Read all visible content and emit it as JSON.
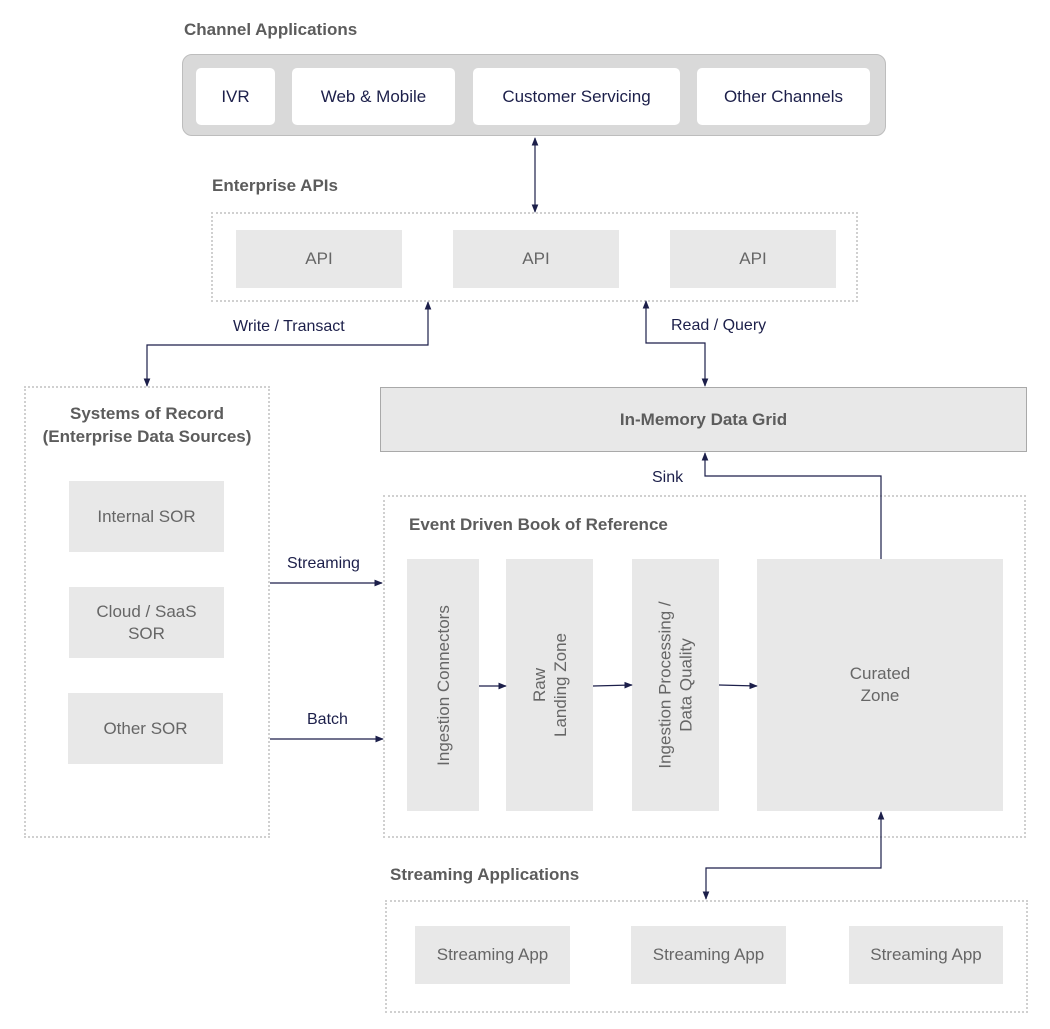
{
  "channel_applications": {
    "title": "Channel Applications",
    "items": [
      "IVR",
      "Web & Mobile",
      "Customer Servicing",
      "Other Channels"
    ]
  },
  "enterprise_apis": {
    "title": "Enterprise APIs",
    "items": [
      "API",
      "API",
      "API"
    ]
  },
  "flow_labels": {
    "write_transact": "Write / Transact",
    "read_query": "Read / Query",
    "sink": "Sink",
    "streaming": "Streaming",
    "batch": "Batch"
  },
  "systems_of_record": {
    "title_line1": "Systems of Record",
    "title_line2": "(Enterprise Data Sources)",
    "items": [
      {
        "line1": "Internal SOR",
        "line2": ""
      },
      {
        "line1": "Cloud / SaaS",
        "line2": "SOR"
      },
      {
        "line1": "Other SOR",
        "line2": ""
      }
    ]
  },
  "data_grid": {
    "title": "In-Memory Data Grid"
  },
  "event_driven": {
    "title": "Event Driven Book of Reference",
    "ingestion_connectors": "Ingestion Connectors",
    "raw_landing_zone": {
      "line1": "Raw",
      "line2": "Landing Zone"
    },
    "ingestion_processing": {
      "line1": "Ingestion Processing /",
      "line2": "Data Quality"
    },
    "curated_zone": {
      "line1": "Curated",
      "line2": "Zone"
    }
  },
  "streaming_applications": {
    "title": "Streaming Applications",
    "items": [
      "Streaming App",
      "Streaming App",
      "Streaming App"
    ]
  }
}
